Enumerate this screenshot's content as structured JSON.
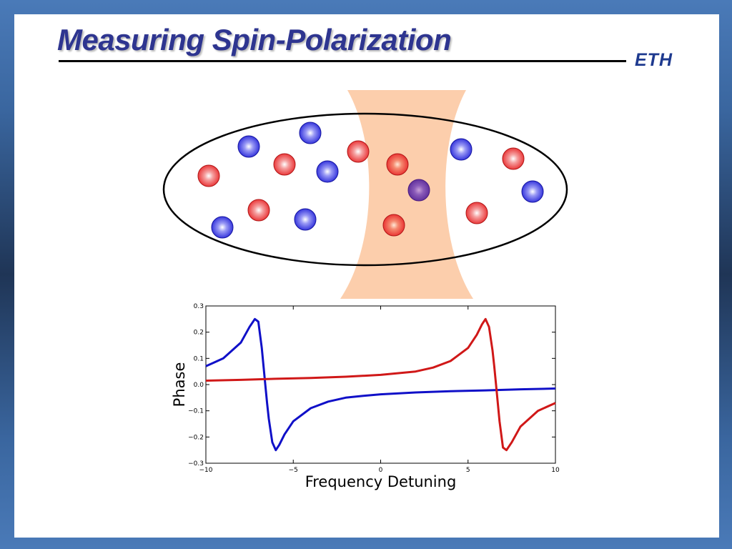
{
  "slide": {
    "title": "Measuring Spin-Polarization",
    "logo": "ETH"
  },
  "diagram": {
    "laser_color": "#fcc9a3",
    "atom_red": "#e8282a",
    "atom_blue": "#2626d8",
    "atom_mixed": "#6e3aa0"
  },
  "chart_data": {
    "type": "line",
    "title": "",
    "xlabel": "Frequency Detuning",
    "ylabel": "Phase",
    "xlim": [
      -10,
      10
    ],
    "ylim": [
      -0.3,
      0.3
    ],
    "xticks": [
      -10,
      -5,
      0,
      5,
      10
    ],
    "xtick_labels": [
      "−10",
      "−5",
      "0",
      "5",
      "10"
    ],
    "yticks": [
      -0.3,
      -0.2,
      -0.1,
      0.0,
      0.1,
      0.2,
      0.3
    ],
    "ytick_labels": [
      "−0.3",
      "−0.2",
      "−0.1",
      "0.0",
      "0.1",
      "0.2",
      "0.3"
    ],
    "grid": false,
    "series": [
      {
        "color": "#1010c8",
        "x": [
          -10,
          -9,
          -8,
          -7.5,
          -7.2,
          -7.0,
          -6.8,
          -6.6,
          -6.5,
          -6.4,
          -6.2,
          -6.0,
          -5.8,
          -5.5,
          -5.0,
          -4,
          -3,
          -2,
          -1,
          0,
          2,
          4,
          6,
          8,
          10
        ],
        "y": [
          0.07,
          0.1,
          0.16,
          0.22,
          0.25,
          0.24,
          0.14,
          0.0,
          -0.07,
          -0.13,
          -0.22,
          -0.25,
          -0.23,
          -0.19,
          -0.14,
          -0.09,
          -0.065,
          -0.05,
          -0.043,
          -0.037,
          -0.03,
          -0.025,
          -0.022,
          -0.018,
          -0.015
        ]
      },
      {
        "color": "#d01818",
        "x": [
          -10,
          -8,
          -6,
          -4,
          -2,
          0,
          2,
          3,
          4,
          5,
          5.5,
          5.8,
          6.0,
          6.2,
          6.4,
          6.5,
          6.6,
          6.8,
          7.0,
          7.2,
          7.5,
          8,
          9,
          10
        ],
        "y": [
          0.015,
          0.018,
          0.022,
          0.025,
          0.03,
          0.037,
          0.05,
          0.065,
          0.09,
          0.14,
          0.19,
          0.23,
          0.25,
          0.22,
          0.13,
          0.07,
          0.0,
          -0.14,
          -0.24,
          -0.25,
          -0.22,
          -0.16,
          -0.1,
          -0.07
        ]
      }
    ]
  }
}
